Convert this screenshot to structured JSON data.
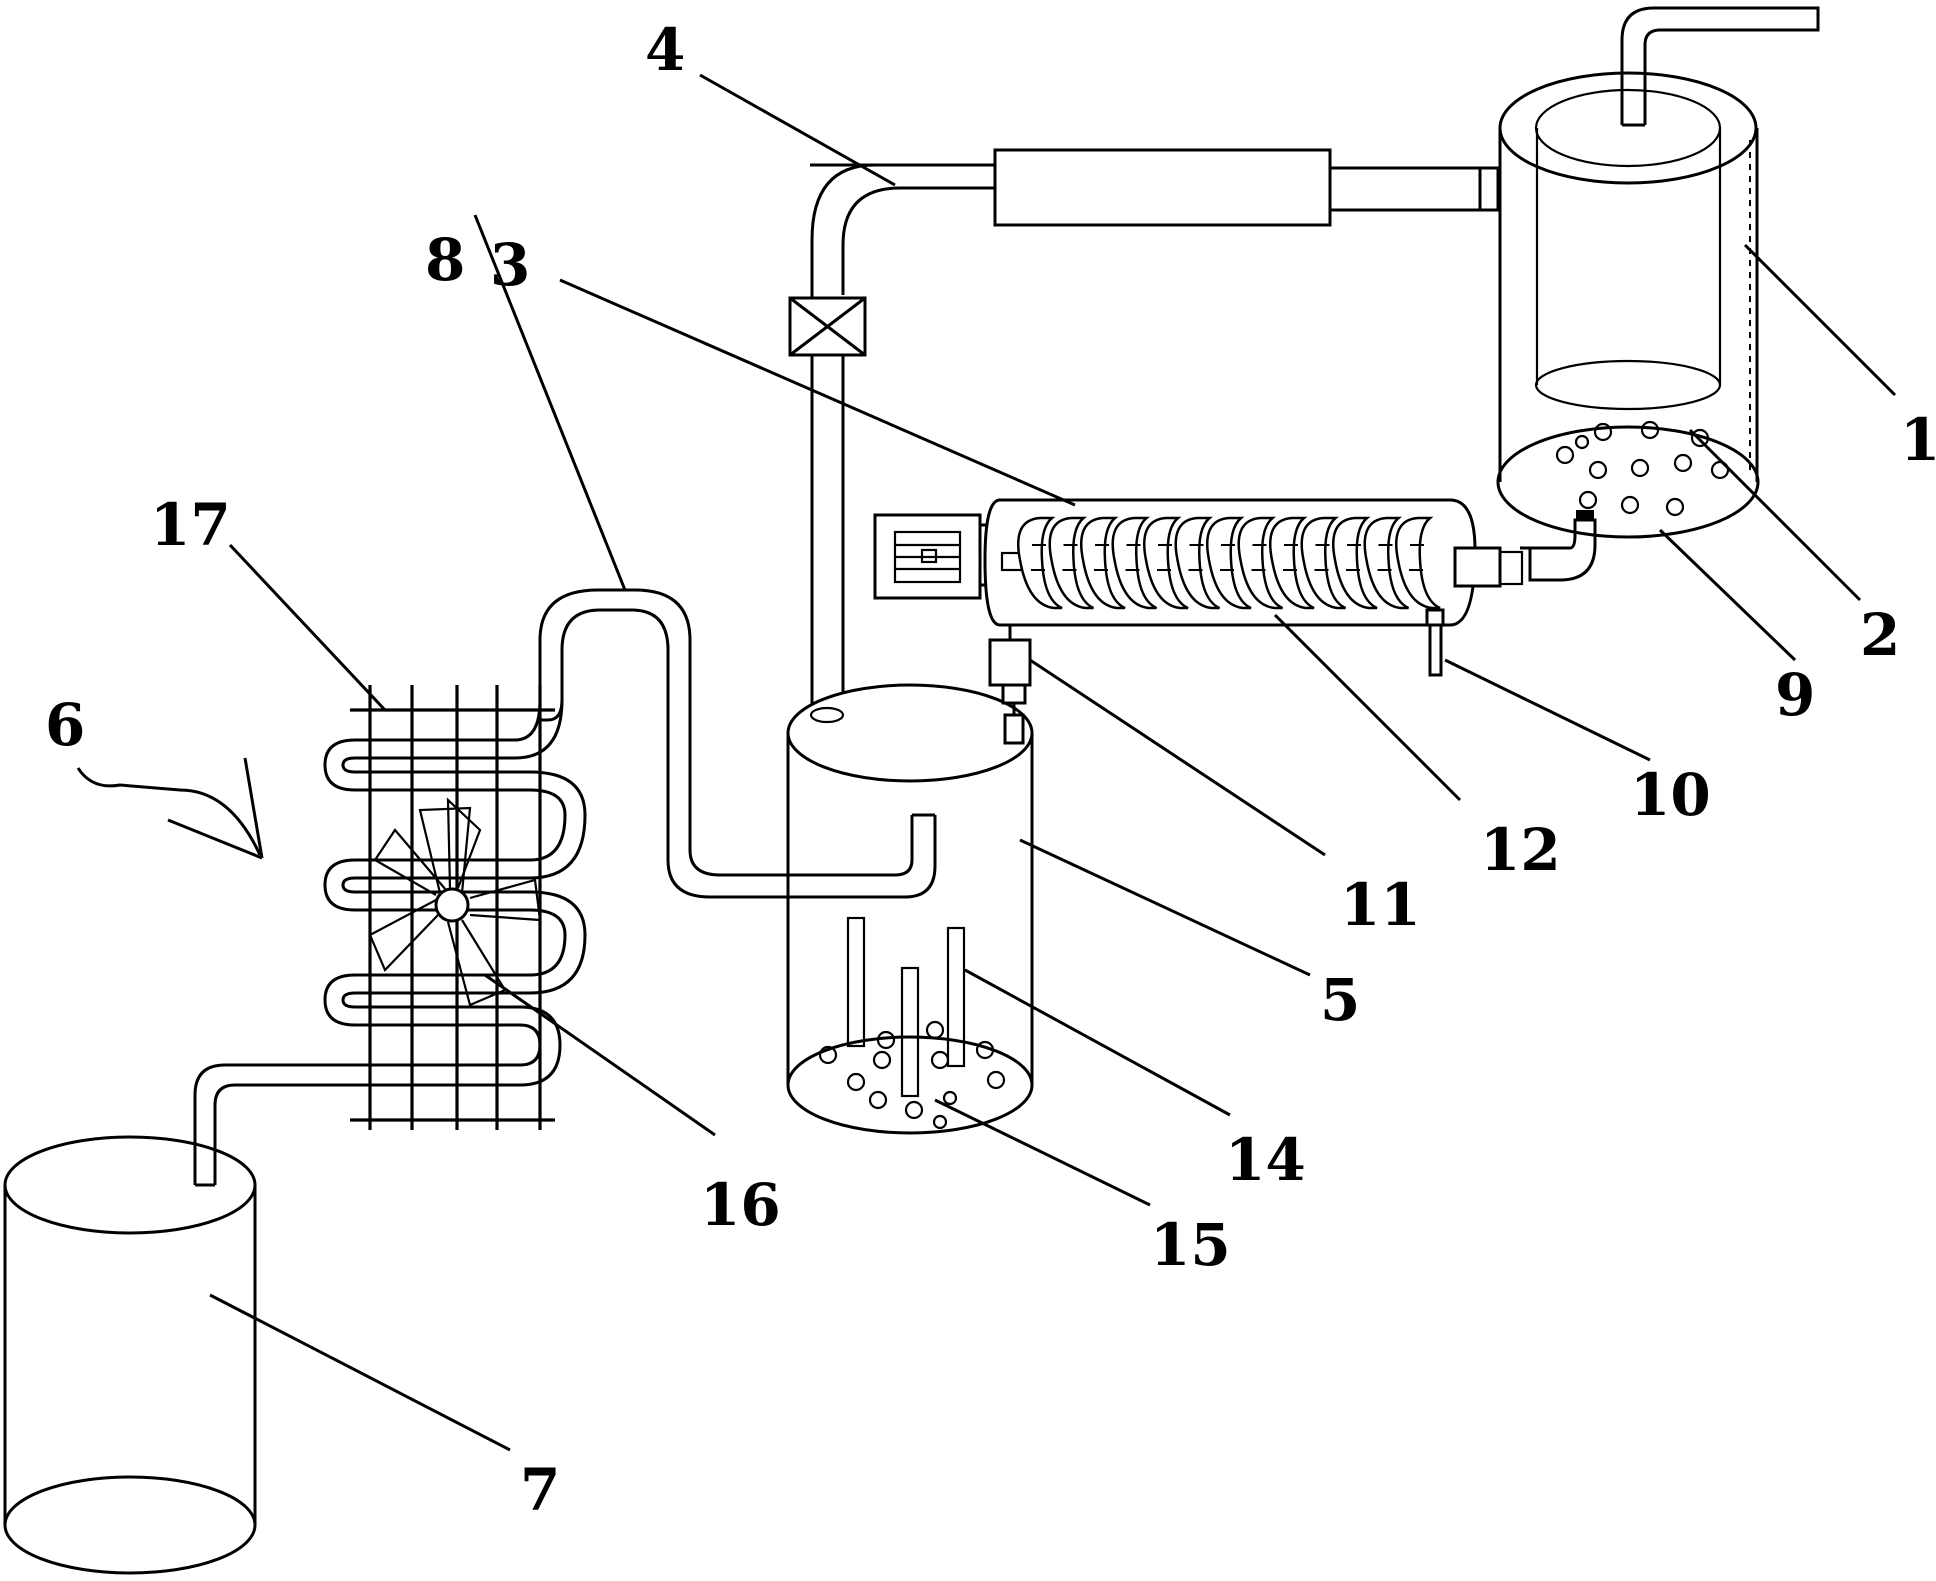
{
  "labels": [
    {
      "key": "n1",
      "text": "1"
    },
    {
      "key": "n2",
      "text": "2"
    },
    {
      "key": "n3",
      "text": "3"
    },
    {
      "key": "n4",
      "text": "4"
    },
    {
      "key": "n5",
      "text": "5"
    },
    {
      "key": "n6",
      "text": "6"
    },
    {
      "key": "n7",
      "text": "7"
    },
    {
      "key": "n8",
      "text": "8"
    },
    {
      "key": "n9",
      "text": "9"
    },
    {
      "key": "n10",
      "text": "10"
    },
    {
      "key": "n11",
      "text": "11"
    },
    {
      "key": "n12",
      "text": "12"
    },
    {
      "key": "n14",
      "text": "14"
    },
    {
      "key": "n15",
      "text": "15"
    },
    {
      "key": "n16",
      "text": "16"
    },
    {
      "key": "n17",
      "text": "17"
    }
  ]
}
